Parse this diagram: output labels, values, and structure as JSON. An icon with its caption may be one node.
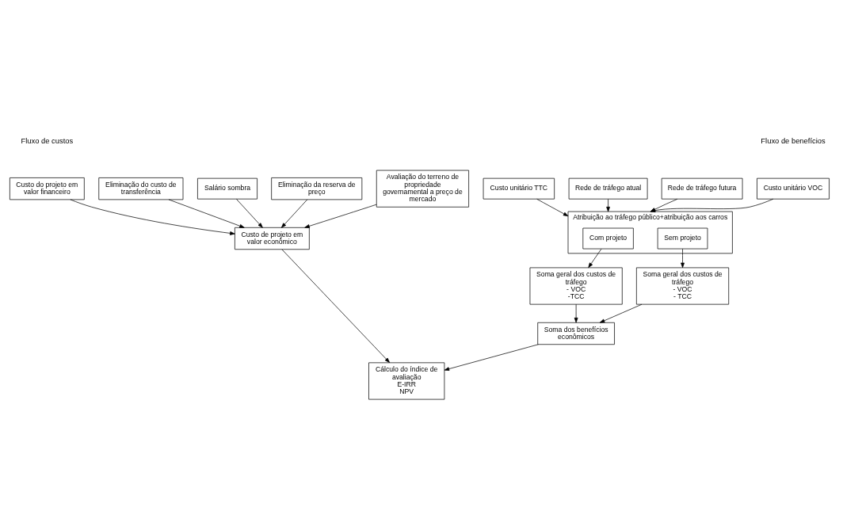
{
  "diagram": {
    "nodes": [
      {
        "text": [
          "Custo unitário VOC"
        ]
      },
      {
        "text": [
          "Custo unitário TTC"
        ]
      },
      {
        "text": [
          "Rede de tráfego atual"
        ]
      },
      {
        "text": [
          "Rede de tráfego futura"
        ]
      },
      {
        "text": [
          "Atribuição ao tráfego público+atribuição aos carros"
        ]
      },
      {
        "text": [
          "Com projeto"
        ],
        "in": 4
      },
      {
        "text": [
          "Sem projeto"
        ],
        "in": 4
      },
      {
        "text": [
          "Soma geral dos custos de tráfego",
          "- VOC",
          "-TCC"
        ]
      },
      {
        "text": [
          "Soma geral dos custos de tráfego",
          "- VOC",
          "- TCC"
        ]
      },
      {
        "text": [
          "Soma dos benefícios econômicos"
        ]
      },
      {
        "text": [
          "Custo do projeto em valor financeiro"
        ]
      },
      {
        "text": [
          "Eliminação do custo de transferência"
        ]
      },
      {
        "text": [
          "Salário sombra"
        ]
      },
      {
        "text": [
          "Eliminação da reserva de preço"
        ]
      },
      {
        "text": [
          "Avaliação do terreno de propriedade governamental a preço de mercado"
        ]
      },
      {
        "text": [
          "Custo de projeto em valor econômico"
        ]
      },
      {
        "text": [
          "Cálculo do índice de avaliação",
          "E-IRR",
          "NPV"
        ]
      }
    ],
    "edges": [
      {
        "from": 0,
        "to": 4,
        "arrow": "to"
      },
      {
        "from": 1,
        "to": 4,
        "arrow": "to"
      },
      {
        "from": 2,
        "to": 4,
        "arrow": "to"
      },
      {
        "from": 3,
        "to": 4,
        "arrow": "to"
      },
      {
        "from": 5,
        "to": 7,
        "arrow": "to"
      },
      {
        "from": 6,
        "to": 8,
        "arrow": "to"
      },
      {
        "from": 7,
        "to": 9,
        "arrow": "to"
      },
      {
        "from": 8,
        "to": 9,
        "arrow": "to"
      },
      {
        "from": 10,
        "to": 15,
        "arrow": "to"
      },
      {
        "from": 11,
        "to": 15,
        "arrow": "to"
      },
      {
        "from": 12,
        "to": 15,
        "arrow": "to"
      },
      {
        "from": 13,
        "to": 15,
        "arrow": "to"
      },
      {
        "from": 14,
        "to": 15,
        "arrow": "to"
      },
      {
        "from": 9,
        "to": 16,
        "arrow": "to"
      },
      {
        "from": 15,
        "to": 16,
        "arrow": "to"
      }
    ],
    "labels": [
      "Fluxo de benefícios",
      "Fluxo de custos"
    ]
  }
}
